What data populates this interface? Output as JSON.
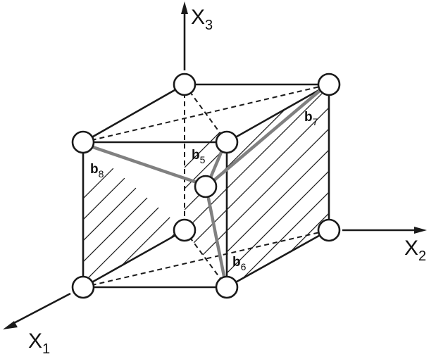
{
  "axes": [
    {
      "id": "x1",
      "letter": "X",
      "index": "1"
    },
    {
      "id": "x2",
      "letter": "X",
      "index": "2"
    },
    {
      "id": "x3",
      "letter": "X",
      "index": "3"
    }
  ],
  "vectors": [
    {
      "id": "b5",
      "letter": "b",
      "index": "5"
    },
    {
      "id": "b6",
      "letter": "b",
      "index": "6"
    },
    {
      "id": "b7",
      "letter": "b",
      "index": "7"
    },
    {
      "id": "b8",
      "letter": "b",
      "index": "8"
    }
  ],
  "colors": {
    "edge": "#1a1a1a",
    "vector": "#808080",
    "atom_fill": "#ffffff"
  }
}
